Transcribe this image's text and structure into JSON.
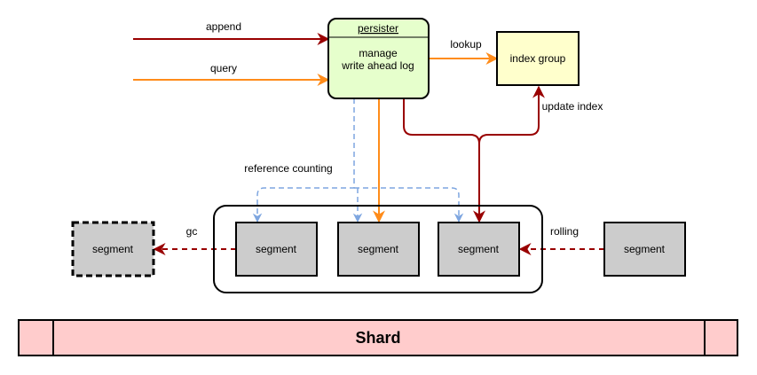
{
  "persister": {
    "title": "persister",
    "line1": "manage",
    "line2": "write ahead log",
    "fill": "#e6ffcc"
  },
  "index_group": {
    "label": "index group",
    "fill": "#ffffcc"
  },
  "segments": {
    "gc_target": "segment",
    "s1": "segment",
    "s2": "segment",
    "s3": "segment",
    "rolling_source": "segment",
    "fill": "#cccccc"
  },
  "shard": {
    "label": "Shard",
    "fill": "#ffcccc"
  },
  "edges": {
    "append": "append",
    "query": "query",
    "lookup": "lookup",
    "update_index": "update index",
    "reference_counting": "reference counting",
    "gc": "gc",
    "rolling": "rolling"
  },
  "colors": {
    "dark_red": "#990000",
    "orange": "#ff8c1a",
    "blue": "#7ea6e0",
    "black": "#000000"
  }
}
